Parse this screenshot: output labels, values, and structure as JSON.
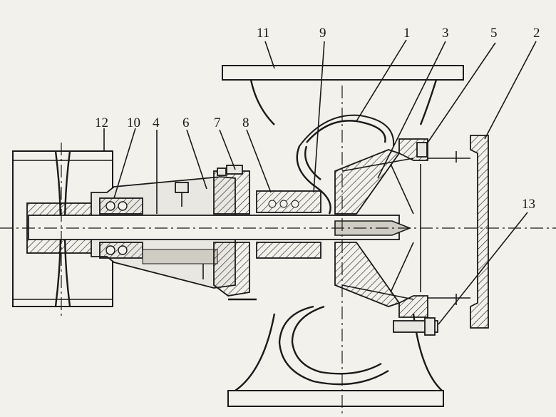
{
  "diagram": {
    "labels": [
      {
        "id": "part-11",
        "text": "11"
      },
      {
        "id": "part-9",
        "text": "9"
      },
      {
        "id": "part-1",
        "text": "1"
      },
      {
        "id": "part-3",
        "text": "3"
      },
      {
        "id": "part-5",
        "text": "5"
      },
      {
        "id": "part-2",
        "text": "2"
      },
      {
        "id": "part-12",
        "text": "12"
      },
      {
        "id": "part-10",
        "text": "10"
      },
      {
        "id": "part-4",
        "text": "4"
      },
      {
        "id": "part-6",
        "text": "6"
      },
      {
        "id": "part-7",
        "text": "7"
      },
      {
        "id": "part-8",
        "text": "8"
      },
      {
        "id": "part-13",
        "text": "13"
      }
    ]
  }
}
